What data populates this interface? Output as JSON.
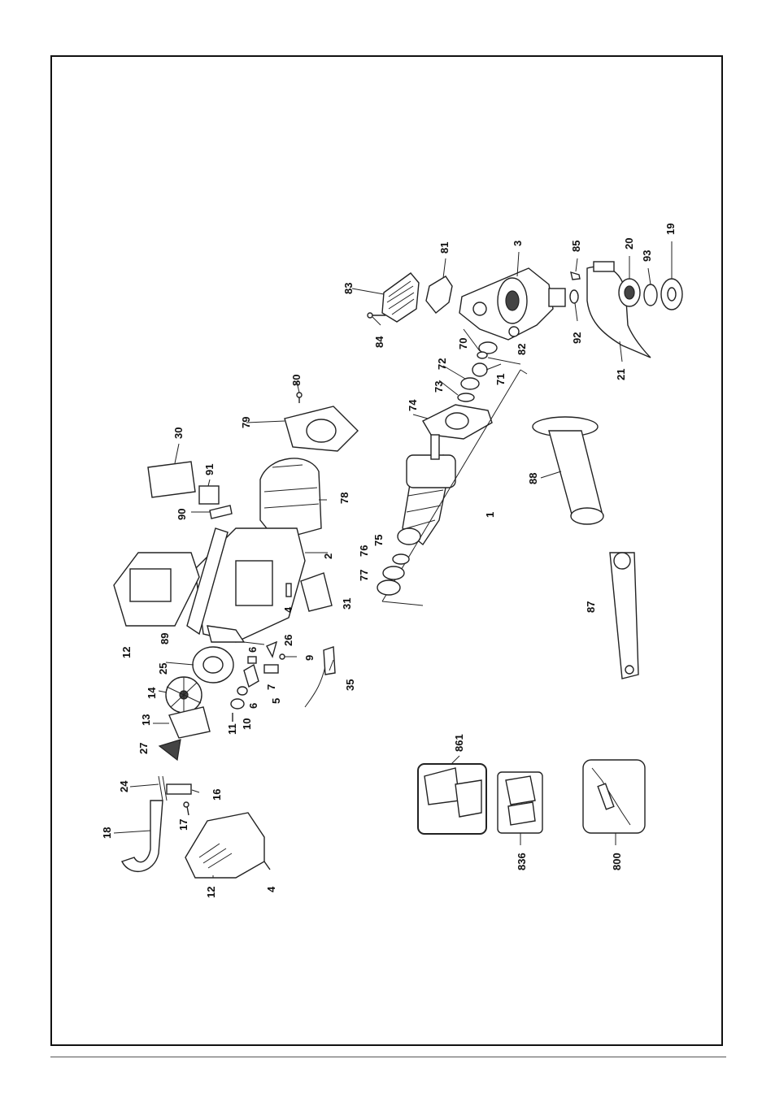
{
  "diagram": {
    "labels": [
      {
        "id": "p83",
        "text": "83"
      },
      {
        "id": "p84",
        "text": "84"
      },
      {
        "id": "p81",
        "text": "81"
      },
      {
        "id": "p3",
        "text": "3"
      },
      {
        "id": "p85",
        "text": "85"
      },
      {
        "id": "p20",
        "text": "20"
      },
      {
        "id": "p93",
        "text": "93"
      },
      {
        "id": "p19",
        "text": "19"
      },
      {
        "id": "p92",
        "text": "92"
      },
      {
        "id": "p21",
        "text": "21"
      },
      {
        "id": "p70",
        "text": "70"
      },
      {
        "id": "p82",
        "text": "82"
      },
      {
        "id": "p72",
        "text": "72"
      },
      {
        "id": "p71",
        "text": "71"
      },
      {
        "id": "p73",
        "text": "73"
      },
      {
        "id": "p74",
        "text": "74"
      },
      {
        "id": "p80",
        "text": "80"
      },
      {
        "id": "p79",
        "text": "79"
      },
      {
        "id": "p30",
        "text": "30"
      },
      {
        "id": "p91",
        "text": "91"
      },
      {
        "id": "p90",
        "text": "90"
      },
      {
        "id": "p78",
        "text": "78"
      },
      {
        "id": "p88",
        "text": "88"
      },
      {
        "id": "p1",
        "text": "1"
      },
      {
        "id": "p2",
        "text": "2"
      },
      {
        "id": "p76",
        "text": "76"
      },
      {
        "id": "p75",
        "text": "75"
      },
      {
        "id": "p77",
        "text": "77"
      },
      {
        "id": "p4a",
        "text": "4"
      },
      {
        "id": "p31",
        "text": "31"
      },
      {
        "id": "p87",
        "text": "87"
      },
      {
        "id": "p12a",
        "text": "12"
      },
      {
        "id": "p89",
        "text": "89"
      },
      {
        "id": "p25",
        "text": "25"
      },
      {
        "id": "p6a",
        "text": "6"
      },
      {
        "id": "p26",
        "text": "26"
      },
      {
        "id": "p9",
        "text": "9"
      },
      {
        "id": "p7",
        "text": "7"
      },
      {
        "id": "p14",
        "text": "14"
      },
      {
        "id": "p5",
        "text": "5"
      },
      {
        "id": "p6b",
        "text": "6"
      },
      {
        "id": "p35",
        "text": "35"
      },
      {
        "id": "p13",
        "text": "13"
      },
      {
        "id": "p11",
        "text": "11"
      },
      {
        "id": "p10",
        "text": "10"
      },
      {
        "id": "p27",
        "text": "27"
      },
      {
        "id": "p861",
        "text": "861"
      },
      {
        "id": "p24",
        "text": "24"
      },
      {
        "id": "p16",
        "text": "16"
      },
      {
        "id": "p18",
        "text": "18"
      },
      {
        "id": "p17",
        "text": "17"
      },
      {
        "id": "p12b",
        "text": "12"
      },
      {
        "id": "p4b",
        "text": "4"
      },
      {
        "id": "p836",
        "text": "836"
      },
      {
        "id": "p800",
        "text": "800"
      }
    ]
  }
}
